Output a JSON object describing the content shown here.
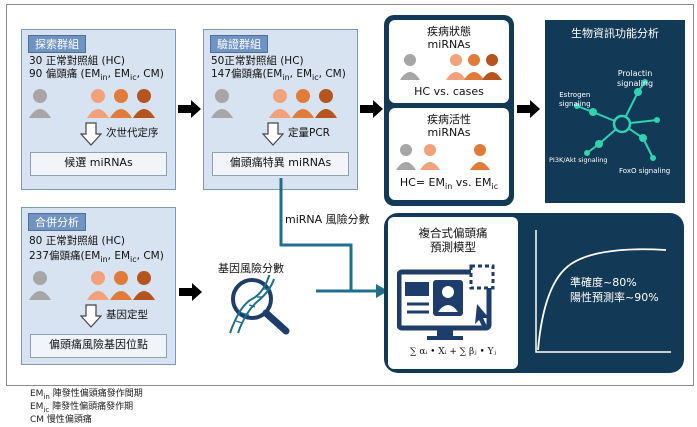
{
  "discovery": {
    "title": "探索群組",
    "line1": "30 正常對照組 (HC)",
    "line2_prefix": "90 偏頭痛 (EM",
    "line2_sub1": "in",
    "line2_mid1": ", EM",
    "line2_sub2": "ic",
    "line2_suffix": ", CM)",
    "step": "次世代定序",
    "output": "候選 miRNAs"
  },
  "validation": {
    "title": "驗證群組",
    "line1": "50正常對照組 (HC)",
    "line2_prefix": "147偏頭痛(EM",
    "line2_sub1": "in",
    "line2_mid1": ", EM",
    "line2_sub2": "ic",
    "line2_suffix": ", CM)",
    "step": "定量PCR",
    "output": "偏頭痛特異 miRNAs"
  },
  "combined": {
    "title": "合併分析",
    "line1": "80 正常對照組 (HC)",
    "line2_prefix": "237偏頭痛(EM",
    "line2_sub1": "in",
    "line2_mid1": ", EM",
    "line2_sub2": "ic",
    "line2_suffix": ", CM)",
    "step": "基因定型",
    "output": "偏頭痛風險基因位點"
  },
  "status_box": {
    "title_line1": "疾病狀態",
    "title_line2": "miRNAs",
    "compare": "HC   vs.   cases",
    "activity_line1": "疾病活性",
    "activity_line2": "miRNAs",
    "activity_compare_prefix": "HC= EM",
    "activity_sub1": "in",
    "activity_mid": "  vs.   EM",
    "activity_sub2": "ic"
  },
  "bioinfo": {
    "title": "生物資訊功能分析",
    "nodes": [
      "Prolactin signaling",
      "Estrogen signaling",
      "PI3K/Akt signaling",
      "FoxO signaling"
    ],
    "node_lines": {
      "prolactin": [
        "Prolactin",
        "signaling"
      ],
      "estrogen": [
        "Estrogen",
        "signaling"
      ],
      "pi3k": [
        "PI3K/Akt signaling"
      ],
      "foxo": [
        "FoxO signaling"
      ]
    }
  },
  "mirna_risk_label": "miRNA 風險分數",
  "gene_risk_label": "基因風險分數",
  "model": {
    "title_line1": "複合式偏頭痛",
    "title_line2": "預測模型",
    "formula": "∑ αᵢ • Xᵢ + ∑ βⱼ • Yⱼ",
    "accuracy": "準確度~80%",
    "ppv": "陽性預測率~90%"
  },
  "legend": {
    "em_in_prefix": "EM",
    "em_in_sub": "in",
    "em_in_desc": " 陣發性偏頭痛發作間期",
    "em_ic_prefix": "EM",
    "em_ic_sub": "ic",
    "em_ic_desc": " 陣發性偏頭痛發作期",
    "cm": "CM   慢性偏頭痛"
  },
  "colors": {
    "panel_fill": "#d7e3f1",
    "header_fill": "#6f94c3",
    "dark_navy": "#123a56",
    "teal_network": "#2fd3b0",
    "arrow_teal": "#1f6f8b",
    "person_gray": "#a6a6a6",
    "person_peach": "#f2a27a",
    "person_orange": "#e07b39",
    "person_brown": "#b5541e"
  }
}
